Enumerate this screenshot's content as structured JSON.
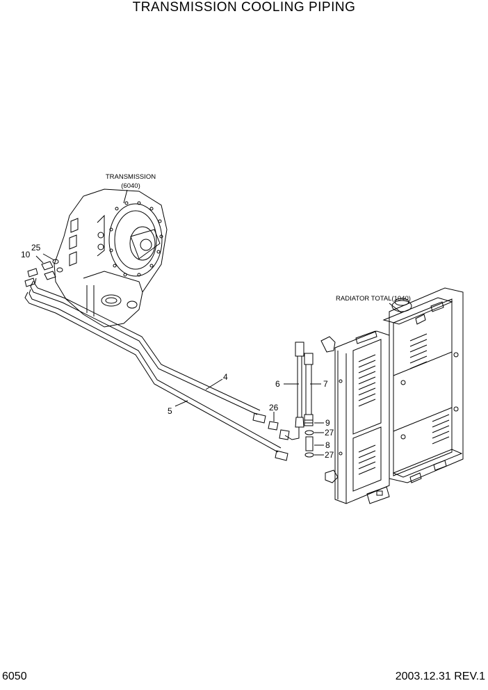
{
  "header": {
    "title": "TRANSMISSION COOLING PIPING"
  },
  "footer": {
    "page_number": "6050",
    "revision": "2003.12.31  REV.1"
  },
  "assemblies": {
    "transmission_label": "TRANSMISSION",
    "transmission_ref": "(6040)",
    "radiator_label": "RADIATOR TOTAL(1040)"
  },
  "callouts": [
    {
      "id": "c10",
      "text": "10"
    },
    {
      "id": "c25",
      "text": "25"
    },
    {
      "id": "c4",
      "text": "4"
    },
    {
      "id": "c5",
      "text": "5"
    },
    {
      "id": "c6",
      "text": "6"
    },
    {
      "id": "c7",
      "text": "7"
    },
    {
      "id": "c26",
      "text": "26"
    },
    {
      "id": "c9",
      "text": "9"
    },
    {
      "id": "c27a",
      "text": "27"
    },
    {
      "id": "c8",
      "text": "8"
    },
    {
      "id": "c27b",
      "text": "27"
    }
  ]
}
